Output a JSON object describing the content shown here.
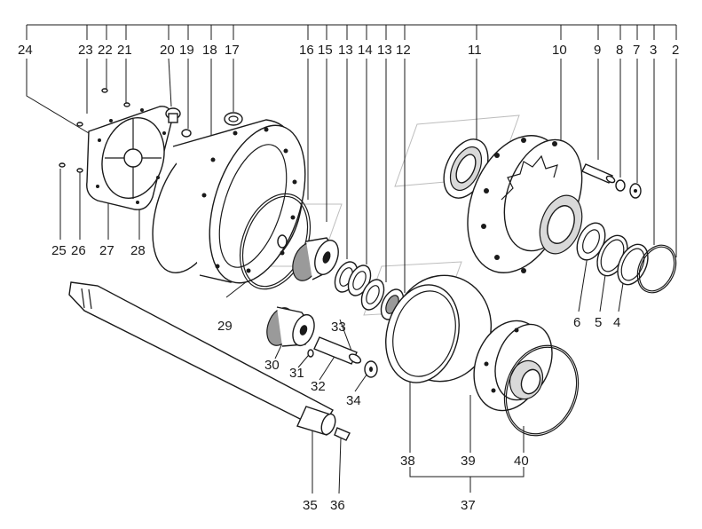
{
  "diagram": {
    "labels": {
      "l2": "2",
      "l3": "3",
      "l4": "4",
      "l5": "5",
      "l6": "6",
      "l7": "7",
      "l8": "8",
      "l9": "9",
      "l10": "10",
      "l11": "11",
      "l12": "12",
      "l13a": "13",
      "l13b": "13",
      "l14": "14",
      "l15": "15",
      "l16": "16",
      "l17": "17",
      "l18": "18",
      "l19": "19",
      "l20": "20",
      "l21": "21",
      "l22": "22",
      "l23": "23",
      "l24": "24",
      "l25": "25",
      "l26": "26",
      "l27": "27",
      "l28": "28",
      "l29": "29",
      "l30": "30",
      "l31": "31",
      "l32": "32",
      "l33": "33",
      "l34": "34",
      "l35": "35",
      "l36": "36",
      "l37": "37",
      "l38": "38",
      "l39": "39",
      "l40": "40"
    }
  }
}
